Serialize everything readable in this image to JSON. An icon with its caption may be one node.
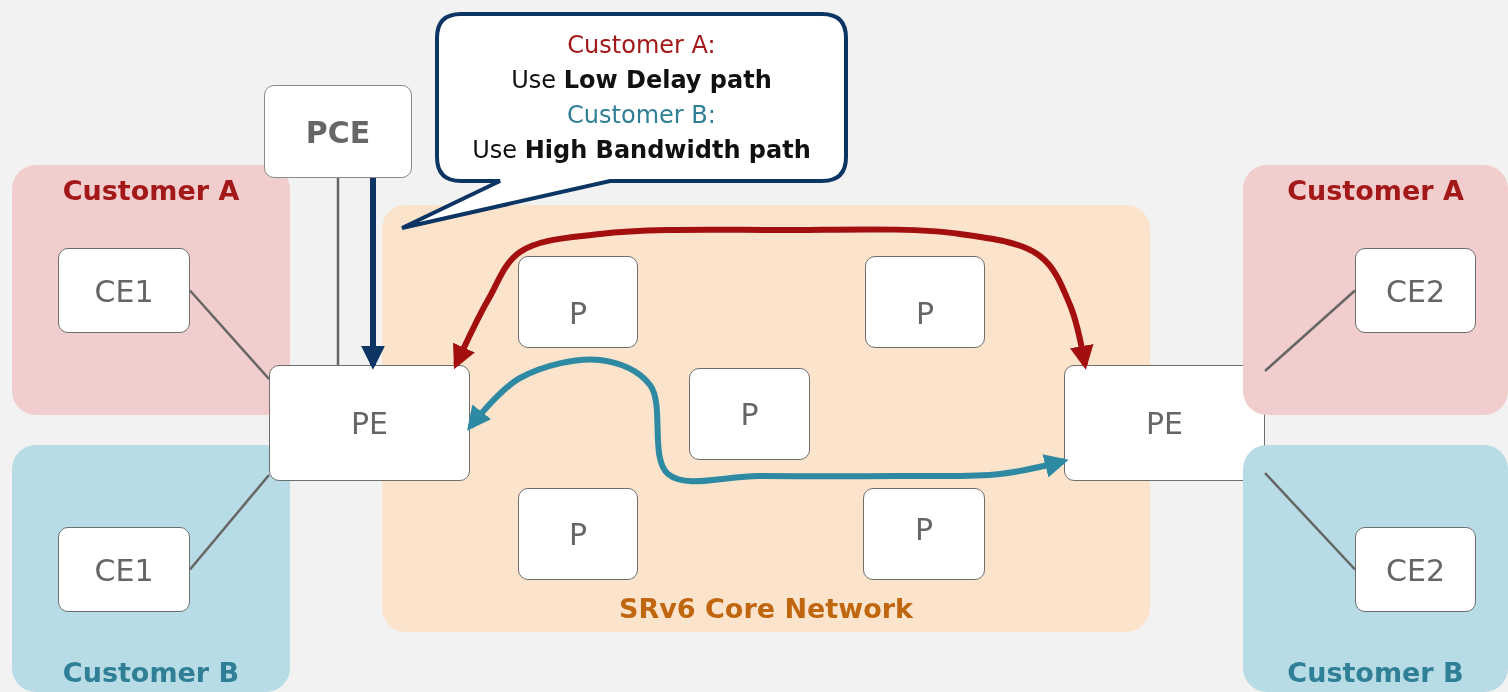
{
  "diagram": {
    "nodes": [
      {
        "text": [
          "Customer A"
        ]
      },
      {
        "text": [
          "CE1"
        ],
        "in": 0
      },
      {
        "text": [
          "Customer B"
        ]
      },
      {
        "text": [
          "CE1"
        ],
        "in": 2
      },
      {
        "text": [
          "SRv6 Core Network"
        ]
      },
      {
        "text": [
          "P"
        ],
        "in": 4
      },
      {
        "text": [
          "P"
        ],
        "in": 4
      },
      {
        "text": [
          "P"
        ],
        "in": 4
      },
      {
        "text": [
          "P"
        ],
        "in": 4
      },
      {
        "text": [
          "P"
        ],
        "in": 4
      },
      {
        "text": [
          "PE"
        ]
      },
      {
        "text": [
          "PE"
        ]
      },
      {
        "text": [
          "Customer A"
        ]
      },
      {
        "text": [
          "CE2"
        ],
        "in": 12
      },
      {
        "text": [
          "Customer B"
        ]
      },
      {
        "text": [
          "CE2"
        ],
        "in": 14
      },
      {
        "text": [
          "PCE"
        ]
      },
      {
        "text": [
          "Customer A:",
          "Use **Low Delay path**",
          "Customer B:",
          "Use **High Bandwidth path**"
        ]
      }
    ],
    "edges": [
      {
        "from": 1,
        "to": 10,
        "arrow": "none"
      },
      {
        "from": 3,
        "to": 10,
        "arrow": "none"
      },
      {
        "from": 11,
        "to": 13,
        "arrow": "none"
      },
      {
        "from": 11,
        "to": 15,
        "arrow": "none"
      },
      {
        "from": 16,
        "to": 10,
        "arrow": "none"
      },
      {
        "from": 16,
        "to": 10,
        "arrow": "to",
        "style": "thick",
        "color": "#0c3563"
      },
      {
        "from": 10,
        "to": 11,
        "arrow": "both",
        "style": "thick",
        "color": "#a30f0f"
      },
      {
        "from": 10,
        "to": 11,
        "arrow": "both",
        "style": "thick",
        "color": "#2e89a3"
      }
    ]
  }
}
